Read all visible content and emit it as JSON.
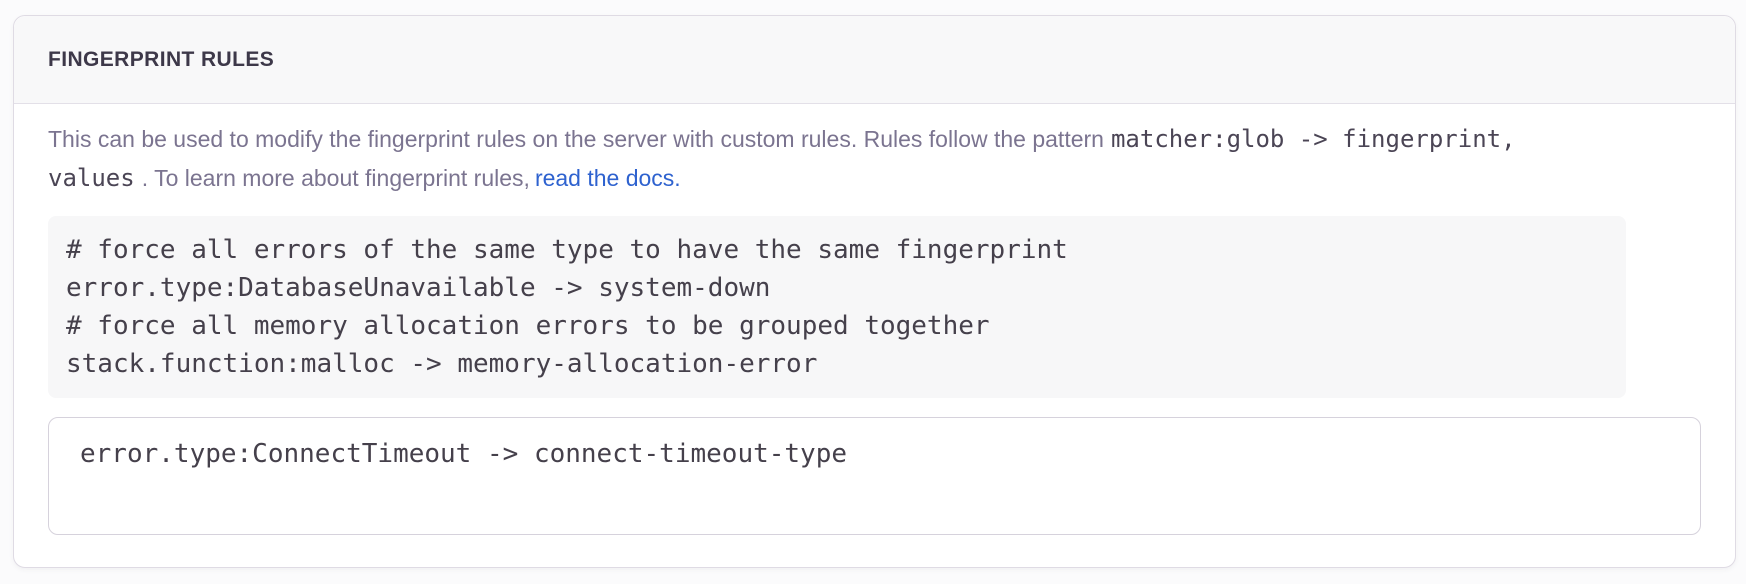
{
  "panel": {
    "title": "FINGERPRINT RULES",
    "description": {
      "intro": "This can be used to modify the fingerprint rules on the server with custom rules. Rules follow the pattern",
      "pattern_code": "matcher:glob -> fingerprint, values",
      "outro": ". To learn more about fingerprint rules,",
      "link_label": "read the docs."
    },
    "example_code_lines": [
      "# force all errors of the same type to have the same fingerprint",
      "error.type:DatabaseUnavailable -> system-down",
      "# force all memory allocation errors to be grouped together",
      "stack.function:malloc -> memory-allocation-error"
    ],
    "rules_input": {
      "value": "error.type:ConnectTimeout -> connect-timeout-type"
    }
  },
  "colors": {
    "link": "#2e62cf",
    "panel_border": "#dfdbe4",
    "header_bg": "#f8f8f9",
    "header_text": "#3d3849",
    "body_text": "#7b7490",
    "code_text": "#45404b",
    "code_block_bg": "#f7f7f8"
  }
}
